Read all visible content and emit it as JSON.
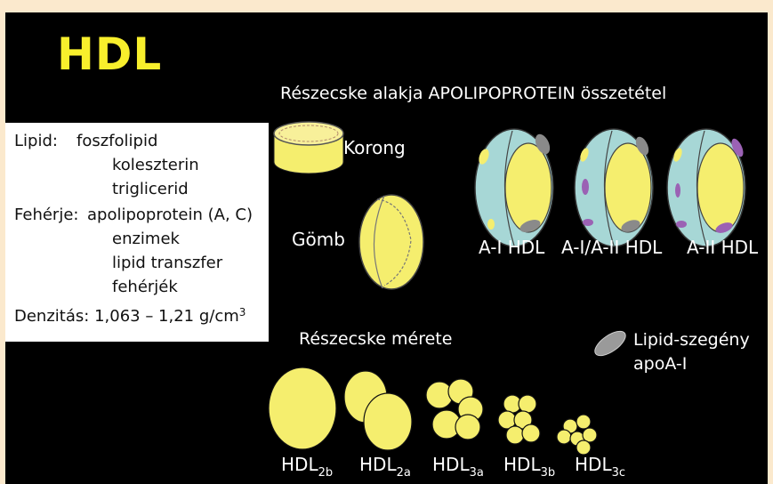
{
  "title": "HDL",
  "header": "Részecske alakja APOLIPOPROTEIN összetétel",
  "composition": {
    "lipid_label": "Lipid:",
    "lipids": [
      "foszfolipid",
      "koleszterin",
      "triglicerid"
    ],
    "protein_label": "Fehérje:",
    "proteins": [
      "apolipoprotein (A, C)",
      "enzimek",
      "lipid transzfer",
      "fehérjék"
    ],
    "density_label": "Denzitás:",
    "density_value": "1,063 – 1,21 g/cm",
    "density_exp": "3"
  },
  "shapes": {
    "disc": "Korong",
    "sphere": "Gömb"
  },
  "apo_types": [
    "A-I HDL",
    "A-I/A-II HDL",
    "A-II HDL"
  ],
  "size_title": "Részecske mérete",
  "legend": {
    "line1": "Lipid-szegény",
    "line2": "apoA-I"
  },
  "subclasses": [
    {
      "base": "HDL",
      "sub": "2b"
    },
    {
      "base": "HDL",
      "sub": "2a"
    },
    {
      "base": "HDL",
      "sub": "3a"
    },
    {
      "base": "HDL",
      "sub": "3b"
    },
    {
      "base": "HDL",
      "sub": "3c"
    }
  ],
  "colors": {
    "background": "#000000",
    "frame": "#fbe9cd",
    "title": "#f8ef2c",
    "lipid_yellow": "#f5ee6e",
    "shell_teal": "#a7d7d6",
    "apoA1": "#8a8a8a",
    "apoA2": "#9b62b4"
  }
}
